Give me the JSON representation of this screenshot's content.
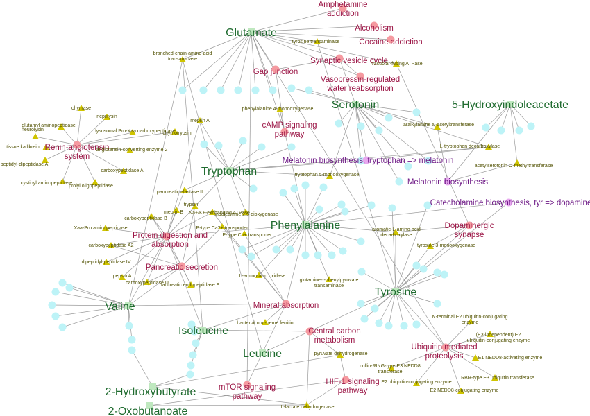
{
  "metabolites": [
    {
      "id": "glu",
      "label": "Glutamate"
    },
    {
      "id": "ser",
      "label": "Serotonin"
    },
    {
      "id": "hiaa",
      "label": "5-Hydroxyindoleacetate"
    },
    {
      "id": "trp",
      "label": "Tryptophan"
    },
    {
      "id": "phe",
      "label": "Phenylalanine"
    },
    {
      "id": "tyr",
      "label": "Tyrosine"
    },
    {
      "id": "val",
      "label": "Valine"
    },
    {
      "id": "ile",
      "label": "Isoleucine"
    },
    {
      "id": "leu",
      "label": "Leucine"
    },
    {
      "id": "hb",
      "label": "2-Hydroxybutyrate"
    },
    {
      "id": "ob",
      "label": "2-Oxobutanoate"
    }
  ],
  "pathways": [
    {
      "id": "amph",
      "lines": [
        "Amphetamine",
        "addiction"
      ]
    },
    {
      "id": "alc",
      "lines": [
        "Alcoholism"
      ]
    },
    {
      "id": "coc",
      "lines": [
        "Cocaine addiction"
      ]
    },
    {
      "id": "svc",
      "lines": [
        "Synaptic vesicle cycle"
      ]
    },
    {
      "id": "gap",
      "lines": [
        "Gap junction"
      ]
    },
    {
      "id": "vaso",
      "lines": [
        "Vasopressin-regulated",
        "water reabsorption"
      ]
    },
    {
      "id": "camp",
      "lines": [
        "cAMP signaling",
        "pathway"
      ]
    },
    {
      "id": "renin",
      "lines": [
        "Renin-angiotensin",
        "system"
      ]
    },
    {
      "id": "prot",
      "lines": [
        "Protein digestion and",
        "absorption"
      ]
    },
    {
      "id": "panc",
      "lines": [
        "Pancreatic secretion"
      ]
    },
    {
      "id": "dopa",
      "lines": [
        "Dopaminergic",
        "synapse"
      ]
    },
    {
      "id": "min",
      "lines": [
        "Mineral absorption"
      ]
    },
    {
      "id": "ccm",
      "lines": [
        "Central carbon",
        "metabolism"
      ]
    },
    {
      "id": "ubi",
      "lines": [
        "Ubiquitin mediated",
        "proteolysis"
      ]
    },
    {
      "id": "hif",
      "lines": [
        "HIF-1 signaling",
        "pathway"
      ]
    },
    {
      "id": "mtor",
      "lines": [
        "mTOR signaling",
        "pathway"
      ]
    },
    {
      "id": "melb",
      "lines": [
        "Melatonin biosynthesis, tryptophan => melatonin"
      ]
    },
    {
      "id": "mel",
      "lines": [
        "Melatonin biosynthesis"
      ]
    },
    {
      "id": "cat",
      "lines": [
        "Catecholamine biosynthesis, tyr => dopamine"
      ]
    }
  ],
  "enzymes": [
    {
      "id": "bcat",
      "lines": [
        "branched-chain-amino-acid",
        "transaminase"
      ]
    },
    {
      "id": "tyrt",
      "lines": [
        "tyrosine transaminase"
      ]
    },
    {
      "id": "vatp",
      "lines": [
        "vacuolar-fusing ATPase"
      ]
    },
    {
      "id": "chy",
      "lines": [
        "chymase"
      ]
    },
    {
      "id": "nep",
      "lines": [
        "neprilysin"
      ]
    },
    {
      "id": "glap",
      "lines": [
        "glutamyl aminopeptidase"
      ]
    },
    {
      "id": "neur",
      "lines": [
        "neurolysin"
      ]
    },
    {
      "id": "lysp",
      "lines": [
        "lysosomal Pro-Xaa carboxypeptidase"
      ]
    },
    {
      "id": "chyt",
      "lines": [
        "chymotrypsin"
      ]
    },
    {
      "id": "mepa",
      "lines": [
        "meprin A"
      ]
    },
    {
      "id": "tkal",
      "lines": [
        "tissue kallikrein"
      ]
    },
    {
      "id": "ace",
      "lines": [
        "angiotensin-converting enzyme 2"
      ]
    },
    {
      "id": "pdpa",
      "lines": [
        "peptidyl-dipeptidase A"
      ]
    },
    {
      "id": "cpa",
      "lines": [
        "carboxypeptidase A"
      ]
    },
    {
      "id": "cyst",
      "lines": [
        "cystinyl aminopeptidase"
      ]
    },
    {
      "id": "prol",
      "lines": [
        "prolyl oligopeptidase"
      ]
    },
    {
      "id": "pheh",
      "lines": [
        "phenylalanine 4-monooxygenase"
      ]
    },
    {
      "id": "aanat",
      "lines": [
        "aralkylamine N-acetyltransferase"
      ]
    },
    {
      "id": "ltdc",
      "lines": [
        "L-tryptophan decarboxylase"
      ]
    },
    {
      "id": "asmt",
      "lines": [
        "acetylserotonin O-methyltransferase"
      ]
    },
    {
      "id": "t5m",
      "lines": [
        "tryptophan 5-monooxygenase"
      ]
    },
    {
      "id": "pel",
      "lines": [
        "pancreatic elastase II"
      ]
    },
    {
      "id": "tryp",
      "lines": [
        "trypsin"
      ]
    },
    {
      "id": "mepb",
      "lines": [
        "meprin B"
      ]
    },
    {
      "id": "nak",
      "lines": [
        "Na+/K+-exchanging ATPase"
      ]
    },
    {
      "id": "i23",
      "lines": [
        "indoleamine 2,3-dioxygenase"
      ]
    },
    {
      "id": "cpb",
      "lines": [
        "carboxypeptidase B"
      ]
    },
    {
      "id": "pca",
      "lines": [
        "P-type Ca2+ transporter"
      ]
    },
    {
      "id": "pcu",
      "lines": [
        "P-type Cu+ transporter"
      ]
    },
    {
      "id": "xpa",
      "lines": [
        "Xaa-Pro aminopeptidase"
      ]
    },
    {
      "id": "aadc",
      "lines": [
        "aromatic-L-amino-acid",
        "decarboxylase"
      ]
    },
    {
      "id": "cpa2",
      "lines": [
        "carboxypeptidase A2"
      ]
    },
    {
      "id": "t3m",
      "lines": [
        "tyrosine 3-monooxygenase"
      ]
    },
    {
      "id": "dpp4",
      "lines": [
        "dipeptidyl-peptidase IV"
      ]
    },
    {
      "id": "pep",
      "lines": [
        "pepsin A"
      ]
    },
    {
      "id": "cpu",
      "lines": [
        "carboxypeptidase U"
      ]
    },
    {
      "id": "pee",
      "lines": [
        "pancreatic endopeptidase E"
      ]
    },
    {
      "id": "laao",
      "lines": [
        "L-amino-acid oxidase"
      ]
    },
    {
      "id": "gppt",
      "lines": [
        "glutamine---phenylpyruvate",
        "transaminase"
      ]
    },
    {
      "id": "nhf",
      "lines": [
        "bacterial non-heme ferritin"
      ]
    },
    {
      "id": "ne2",
      "lines": [
        "N-terminal E2 ubiquitin-conjugating",
        "enzyme"
      ]
    },
    {
      "id": "e2i",
      "lines": [
        "(E3-independent) E2",
        "ubiquitin-conjugating enzyme"
      ]
    },
    {
      "id": "pdh",
      "lines": [
        "pyruvate dehydrogenase"
      ]
    },
    {
      "id": "e1n",
      "lines": [
        "E1 NEDD8-activating enzyme"
      ]
    },
    {
      "id": "crt",
      "lines": [
        "cullin-RING-type E3 NEDD8",
        "transferase"
      ]
    },
    {
      "id": "rbr",
      "lines": [
        "RBR-type E3 ubiquitin transferase"
      ]
    },
    {
      "id": "e2u",
      "lines": [
        "E2 ubiquitin-conjugating enzyme"
      ]
    },
    {
      "id": "e2n",
      "lines": [
        "E2 NEDD8-conjugating enzyme"
      ]
    },
    {
      "id": "ldh",
      "lines": [
        "L-lactate dehydrogenase"
      ]
    }
  ],
  "colors": {
    "metabolite_label": "#1f6b2f",
    "pathway_label": "#9c1747",
    "module_label": "#6e1a86",
    "enzyme_label": "#505000",
    "gene_node": "#bdf3f7",
    "enzyme_node": "#cfc400",
    "pathway_node": "#f59aa0",
    "module_node": "#e8a8ef",
    "metabolite_node": "#bfe8bf",
    "edge": "#9a9a9a"
  }
}
